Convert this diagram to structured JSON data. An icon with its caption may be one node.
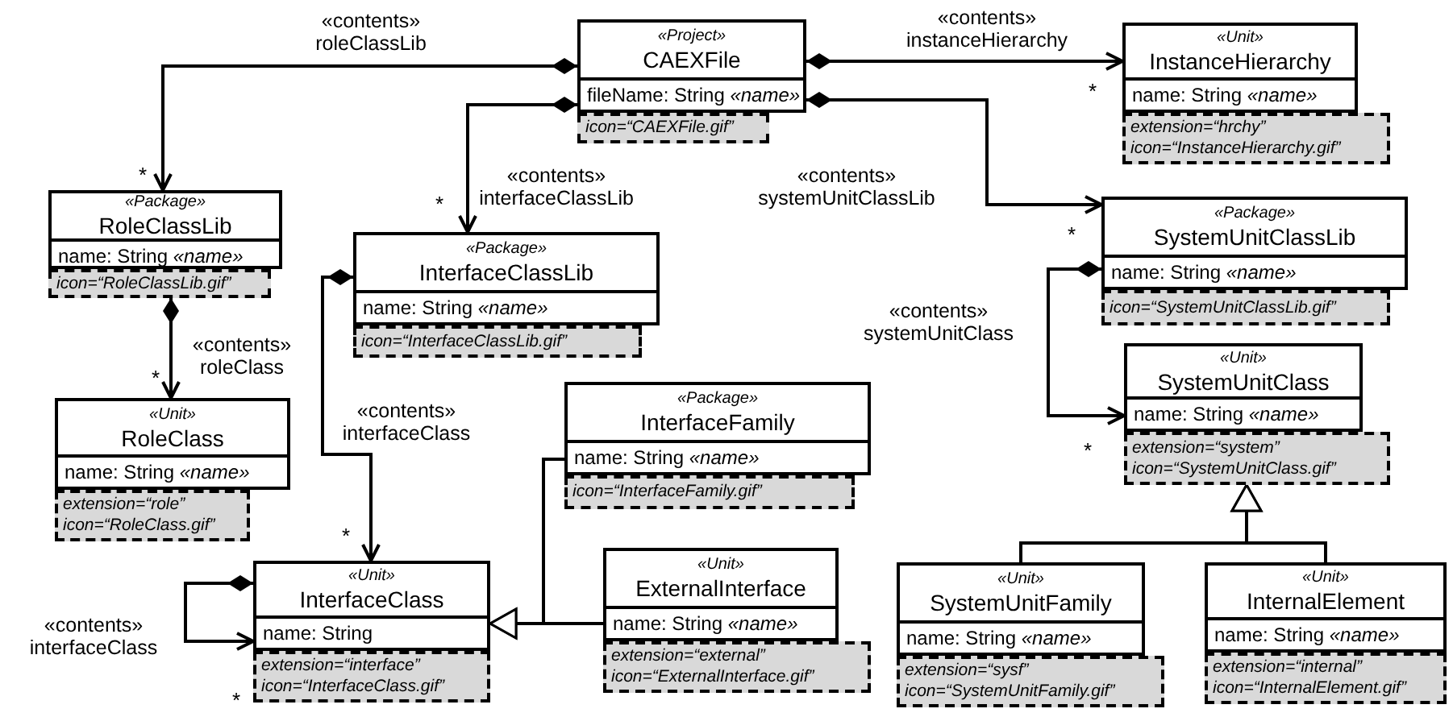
{
  "diagram": {
    "nodes": [
      {
        "text": [
          "«Project»",
          "CAEXFile",
          "fileName: String *«name»*"
        ]
      },
      {
        "text": [
          "icon=“CAEXFile.gif”"
        ]
      },
      {
        "text": [
          "«Unit»",
          "InstanceHierarchy",
          "name: String *«name»*"
        ]
      },
      {
        "text": [
          "extension=“hrchy”",
          "icon=“InstanceHierarchy.gif”"
        ]
      },
      {
        "text": [
          "«Package»",
          "RoleClassLib",
          "name: String *«name»*"
        ]
      },
      {
        "text": [
          "icon=“RoleClassLib.gif”"
        ]
      },
      {
        "text": [
          "«Package»",
          "InterfaceClassLib",
          "name: String *«name»*"
        ]
      },
      {
        "text": [
          "icon=“InterfaceClassLib.gif”"
        ]
      },
      {
        "text": [
          "«Package»",
          "SystemUnitClassLib",
          "name: String *«name»*"
        ]
      },
      {
        "text": [
          "icon=“SystemUnitClassLib.gif”"
        ]
      },
      {
        "text": [
          "«Unit»",
          "RoleClass",
          "name: String *«name»*"
        ]
      },
      {
        "text": [
          "extension=“role”",
          "icon=“RoleClass.gif”"
        ]
      },
      {
        "text": [
          "«Unit»",
          "SystemUnitClass",
          "name: String *«name»*"
        ]
      },
      {
        "text": [
          "extension=“system”",
          "icon=“SystemUnitClass.gif”"
        ]
      },
      {
        "text": [
          "«Package»",
          "InterfaceFamily",
          "name: String *«name»*"
        ]
      },
      {
        "text": [
          "icon=“InterfaceFamily.gif”"
        ]
      },
      {
        "text": [
          "«Unit»",
          "InterfaceClass",
          "name: String"
        ]
      },
      {
        "text": [
          "extension=“interface”",
          "icon=“InterfaceClass.gif”"
        ]
      },
      {
        "text": [
          "«Unit»",
          "ExternalInterface",
          "name: String *«name»*"
        ]
      },
      {
        "text": [
          "extension=“external”",
          "icon=“ExternalInterface.gif”"
        ]
      },
      {
        "text": [
          "«Unit»",
          "SystemUnitFamily",
          "name: String *«name»*"
        ]
      },
      {
        "text": [
          "extension=“sysf”",
          "icon=“SystemUnitFamily.gif”"
        ]
      },
      {
        "text": [
          "«Unit»",
          "InternalElement",
          "name: String *«name»*"
        ]
      },
      {
        "text": [
          "extension=“internal”",
          "icon=“InternalElement.gif”"
        ]
      }
    ],
    "edges": [
      {
        "from": 0,
        "to": 4,
        "arrow": "to",
        "label": "«contents» roleClassLib"
      },
      {
        "from": 0,
        "to": 2,
        "arrow": "to",
        "label": "«contents» instanceHierarchy"
      },
      {
        "from": 0,
        "to": 6,
        "arrow": "to",
        "label": "«contents» interfaceClassLib"
      },
      {
        "from": 0,
        "to": 8,
        "arrow": "to",
        "label": "«contents» systemUnitClassLib"
      },
      {
        "from": 5,
        "to": 10,
        "arrow": "to",
        "label": "«contents» roleClass"
      },
      {
        "from": 8,
        "to": 12,
        "arrow": "to",
        "label": "«contents» systemUnitClass"
      },
      {
        "from": 6,
        "to": 16,
        "arrow": "to",
        "label": "«contents» interfaceClass"
      },
      {
        "from": 16,
        "to": 16,
        "arrow": "to",
        "label": "«contents» interfaceClass"
      },
      {
        "from": 14,
        "to": 16,
        "arrow": "to"
      },
      {
        "from": 18,
        "to": 16,
        "arrow": "to"
      },
      {
        "from": 20,
        "to": 13,
        "arrow": "to"
      },
      {
        "from": 22,
        "to": 13,
        "arrow": "to"
      }
    ],
    "labels": [
      "*",
      "*",
      "*",
      "*",
      "*",
      "*",
      "*",
      "*"
    ]
  }
}
